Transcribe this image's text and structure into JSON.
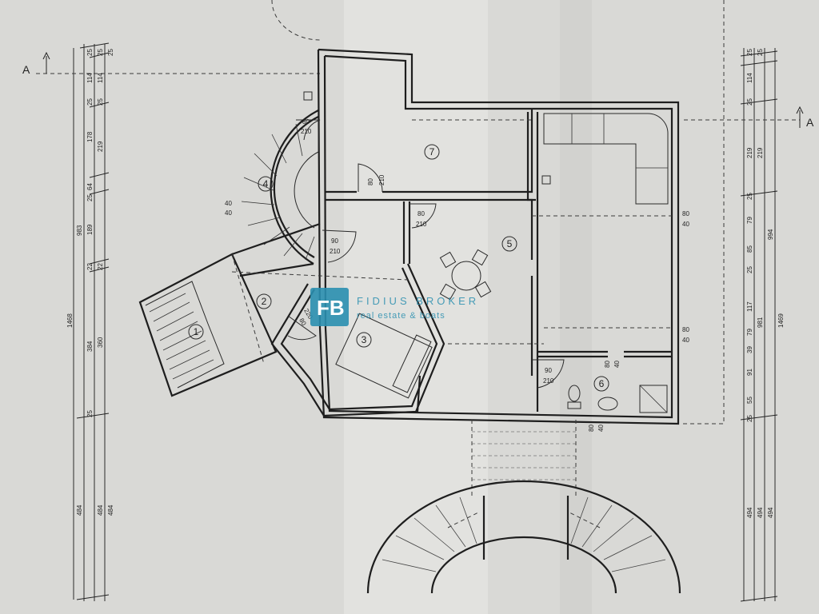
{
  "section_marker": {
    "left": "A",
    "right": "A"
  },
  "watermark": {
    "monogram": "FB",
    "line1": "FIDIUS BROKER",
    "line2": "real estate & boats",
    "color": "#2a8fb0"
  },
  "rooms": [
    {
      "num": "1"
    },
    {
      "num": "2"
    },
    {
      "num": "3"
    },
    {
      "num": "4"
    },
    {
      "num": "5"
    },
    {
      "num": "6"
    },
    {
      "num": "7"
    }
  ],
  "doors": [
    {
      "w": "80",
      "h": "210"
    },
    {
      "w": "80",
      "h": "210"
    },
    {
      "w": "80",
      "h": "210"
    },
    {
      "w": "90",
      "h": "210"
    },
    {
      "w": "80",
      "h": "220"
    },
    {
      "w": "90",
      "h": "210"
    },
    {
      "w": "40",
      "h": "40"
    }
  ],
  "windows": [
    {
      "w": "80",
      "h": "40"
    },
    {
      "w": "80",
      "h": "40"
    },
    {
      "w": "80",
      "h": "40"
    },
    {
      "w": "80",
      "h": "40"
    }
  ],
  "dims_left": {
    "overall": "1468",
    "a": "983",
    "b": "484",
    "chain1": [
      "25",
      "114",
      "25",
      "178",
      "64",
      "25",
      "189",
      "22",
      "384",
      "25"
    ],
    "chain2": [
      "25",
      "114",
      "25",
      "219",
      "22",
      "360",
      "484"
    ],
    "chain3": [
      "25",
      "484"
    ]
  },
  "dims_right": {
    "overall": "1469",
    "a": "994",
    "b": "981",
    "chain1": [
      "25",
      "114",
      "25",
      "219",
      "25",
      "79",
      "85",
      "25",
      "79",
      "117",
      "39",
      "91",
      "55",
      "25"
    ],
    "chain2": [
      "25",
      "494",
      "494",
      "494"
    ]
  }
}
